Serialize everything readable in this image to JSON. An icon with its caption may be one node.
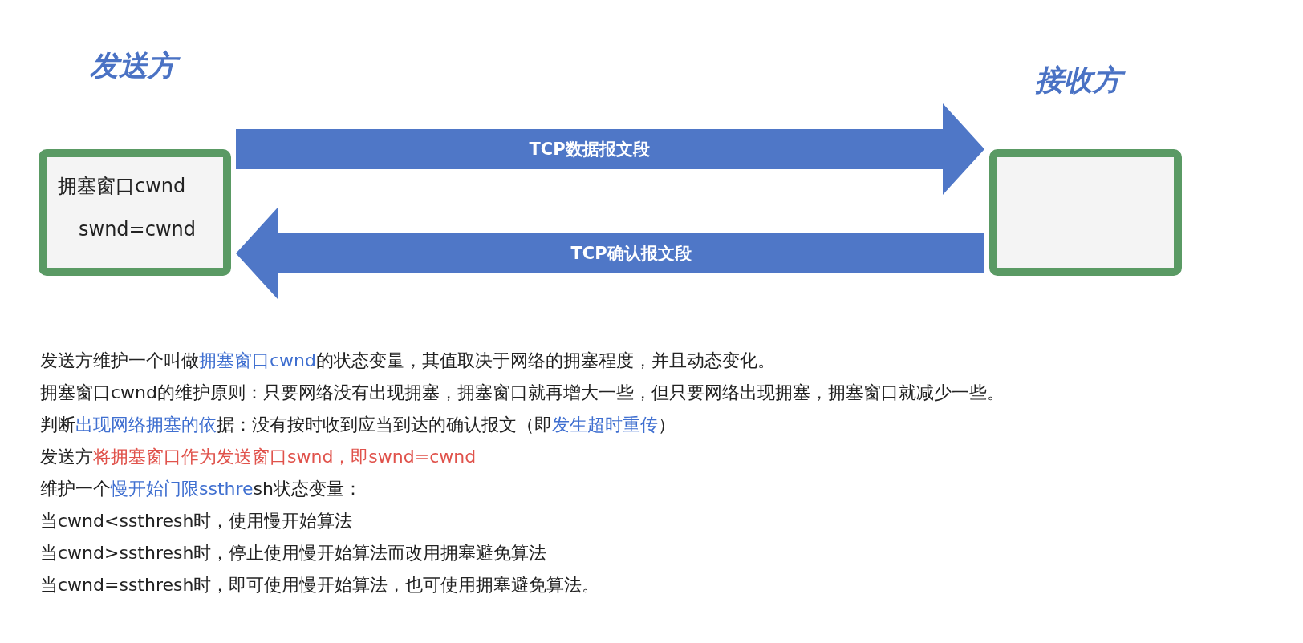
{
  "diagram": {
    "nodes": [
      {
        "text": [
          "拥塞窗口cwnd",
          "swnd=cwnd"
        ],
        "beside": [
          "发送方"
        ]
      },
      {
        "text": [],
        "shape": "box",
        "beside": [
          "接收方"
        ]
      }
    ],
    "edges": [
      {
        "from": 0,
        "to": 1,
        "arrow": "to",
        "label": "TCP数据报文段"
      },
      {
        "from": 1,
        "to": 0,
        "arrow": "to",
        "label": "TCP确认报文段"
      }
    ],
    "labels": [
      "发送方维护一个叫做拥塞窗口cwnd的状态变量，其值取决于网络的拥塞程度，并且动态变化。",
      "拥塞窗口cwnd的维护原则：只要网络没有出现拥塞，拥塞窗口就再增大一些，但只要网络出现拥塞，拥塞窗口就减少一些。",
      "判断出现网络拥塞的依据：没有按时收到应当到达的确认报文（即发生超时重传）",
      "发送方将拥塞窗口作为发送窗口swnd，即swnd=cwnd",
      "维护一个慢开始门限ssthresh状态变量：",
      "当cwnd<ssthresh时，使用慢开始算法",
      "当cwnd>ssthresh时，停止使用慢开始算法而改用拥塞避免算法",
      "当cwnd=ssthresh时，即可使用慢开始算法，也可使用拥塞避免算法。"
    ]
  }
}
